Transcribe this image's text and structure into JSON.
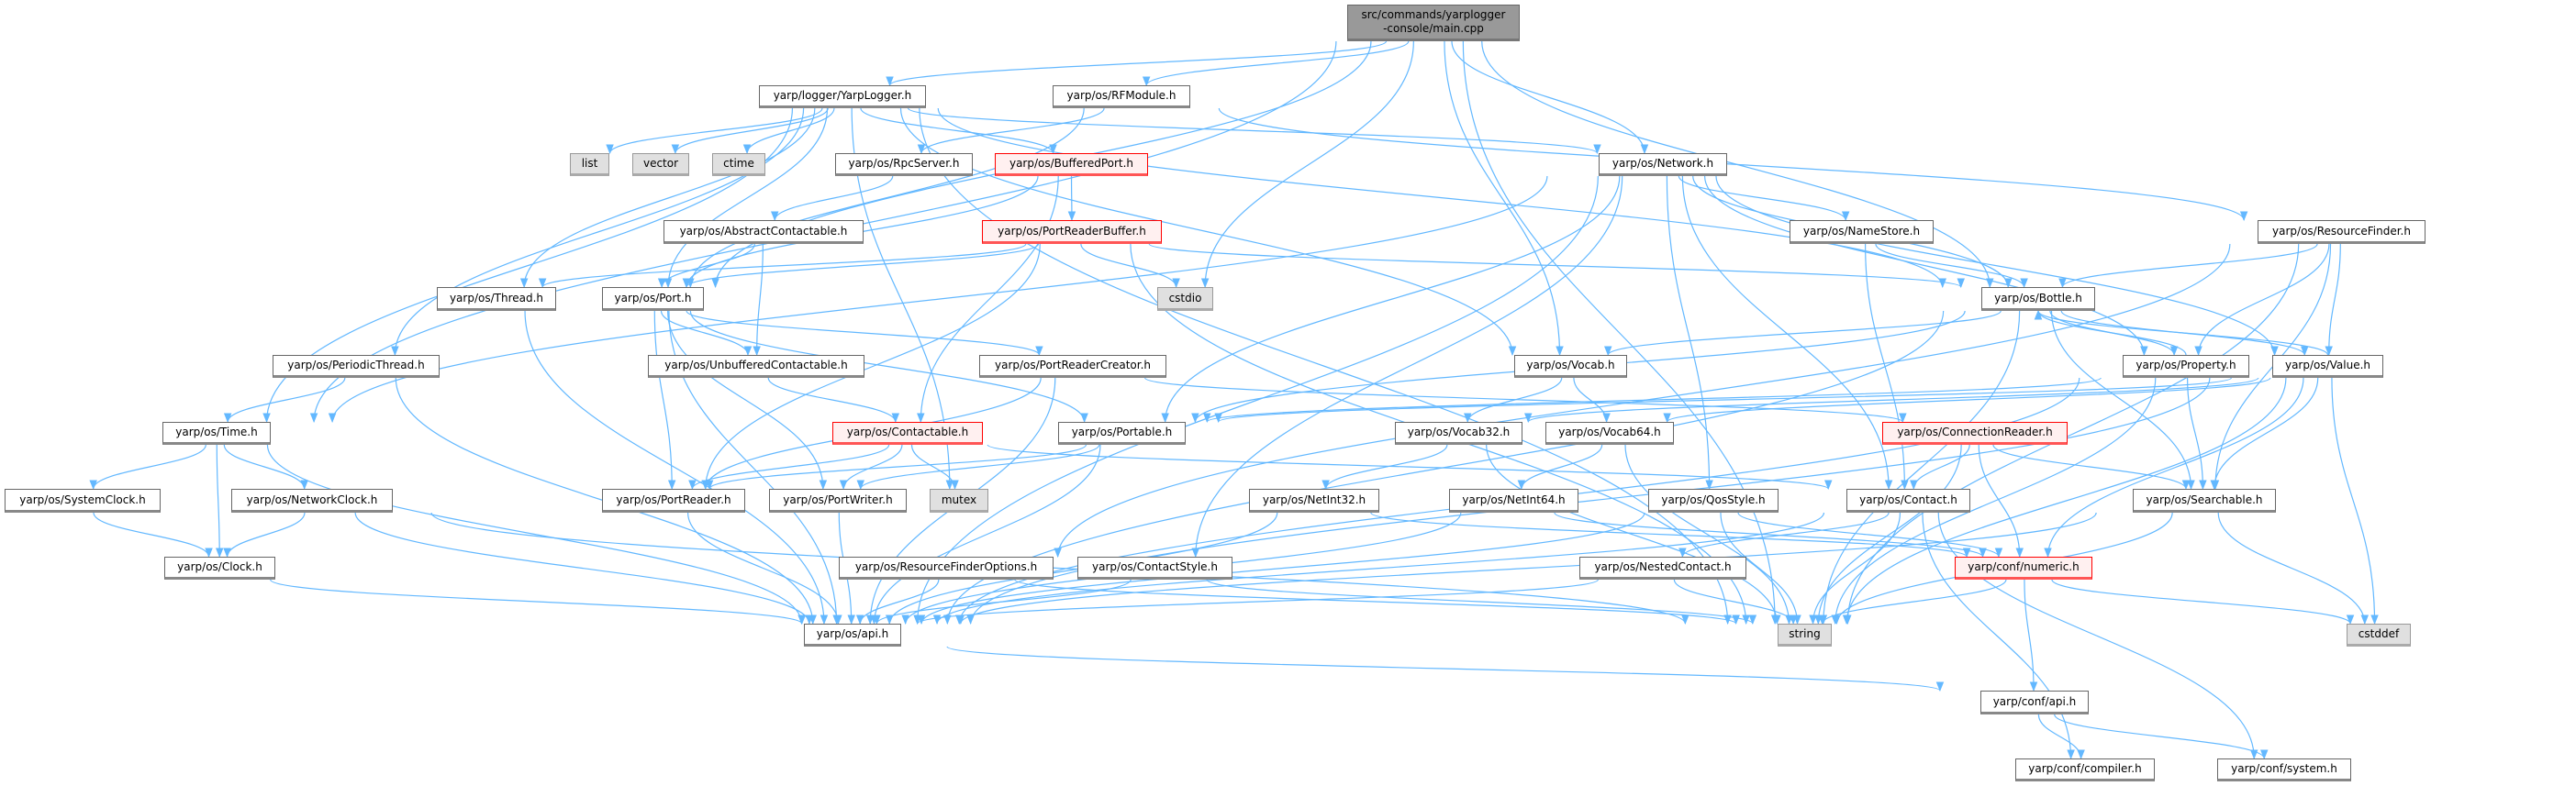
{
  "colors": {
    "edge": "#63b8ff",
    "root_fill": "#999999",
    "red_border": "#ff0000",
    "red_fill": "#fff0f0",
    "gray_fill": "#e0e0e0"
  },
  "nodes": [
    {
      "id": "main",
      "label": "src/commands/yarplogger\n-console/main.cpp",
      "style": "root"
    },
    {
      "id": "yarplogger",
      "label": "yarp/logger/YarpLogger.h",
      "style": "normal"
    },
    {
      "id": "rfmodule",
      "label": "yarp/os/RFModule.h",
      "style": "normal"
    },
    {
      "id": "list",
      "label": "list",
      "style": "gray"
    },
    {
      "id": "vector",
      "label": "vector",
      "style": "gray"
    },
    {
      "id": "ctime",
      "label": "ctime",
      "style": "gray"
    },
    {
      "id": "rpcserver",
      "label": "yarp/os/RpcServer.h",
      "style": "normal"
    },
    {
      "id": "bufferedport",
      "label": "yarp/os/BufferedPort.h",
      "style": "red"
    },
    {
      "id": "network",
      "label": "yarp/os/Network.h",
      "style": "normal"
    },
    {
      "id": "abstractcontactable",
      "label": "yarp/os/AbstractContactable.h",
      "style": "normal"
    },
    {
      "id": "portreaderbuffer",
      "label": "yarp/os/PortReaderBuffer.h",
      "style": "red"
    },
    {
      "id": "namestore",
      "label": "yarp/os/NameStore.h",
      "style": "normal"
    },
    {
      "id": "resourcefinder",
      "label": "yarp/os/ResourceFinder.h",
      "style": "normal"
    },
    {
      "id": "thread",
      "label": "yarp/os/Thread.h",
      "style": "normal"
    },
    {
      "id": "port",
      "label": "yarp/os/Port.h",
      "style": "normal"
    },
    {
      "id": "cstdio",
      "label": "cstdio",
      "style": "gray"
    },
    {
      "id": "bottle",
      "label": "yarp/os/Bottle.h",
      "style": "normal"
    },
    {
      "id": "periodicthread",
      "label": "yarp/os/PeriodicThread.h",
      "style": "normal"
    },
    {
      "id": "unbufferedcontactable",
      "label": "yarp/os/UnbufferedContactable.h",
      "style": "normal"
    },
    {
      "id": "portreadercreator",
      "label": "yarp/os/PortReaderCreator.h",
      "style": "normal"
    },
    {
      "id": "vocab",
      "label": "yarp/os/Vocab.h",
      "style": "normal"
    },
    {
      "id": "property",
      "label": "yarp/os/Property.h",
      "style": "normal"
    },
    {
      "id": "value",
      "label": "yarp/os/Value.h",
      "style": "normal"
    },
    {
      "id": "time",
      "label": "yarp/os/Time.h",
      "style": "normal"
    },
    {
      "id": "contactable",
      "label": "yarp/os/Contactable.h",
      "style": "red"
    },
    {
      "id": "portable",
      "label": "yarp/os/Portable.h",
      "style": "normal"
    },
    {
      "id": "vocab32",
      "label": "yarp/os/Vocab32.h",
      "style": "normal"
    },
    {
      "id": "vocab64",
      "label": "yarp/os/Vocab64.h",
      "style": "normal"
    },
    {
      "id": "connectionreader",
      "label": "yarp/os/ConnectionReader.h",
      "style": "red"
    },
    {
      "id": "systemclock",
      "label": "yarp/os/SystemClock.h",
      "style": "normal"
    },
    {
      "id": "networkclock",
      "label": "yarp/os/NetworkClock.h",
      "style": "normal"
    },
    {
      "id": "portreader",
      "label": "yarp/os/PortReader.h",
      "style": "normal"
    },
    {
      "id": "portwriter",
      "label": "yarp/os/PortWriter.h",
      "style": "normal"
    },
    {
      "id": "mutex",
      "label": "mutex",
      "style": "gray"
    },
    {
      "id": "netint32",
      "label": "yarp/os/NetInt32.h",
      "style": "normal"
    },
    {
      "id": "netint64",
      "label": "yarp/os/NetInt64.h",
      "style": "normal"
    },
    {
      "id": "qosstyle",
      "label": "yarp/os/QosStyle.h",
      "style": "normal"
    },
    {
      "id": "contact",
      "label": "yarp/os/Contact.h",
      "style": "normal"
    },
    {
      "id": "searchable",
      "label": "yarp/os/Searchable.h",
      "style": "normal"
    },
    {
      "id": "clock",
      "label": "yarp/os/Clock.h",
      "style": "normal"
    },
    {
      "id": "resourcefinderoptions",
      "label": "yarp/os/ResourceFinderOptions.h",
      "style": "normal"
    },
    {
      "id": "contactstyle",
      "label": "yarp/os/ContactStyle.h",
      "style": "normal"
    },
    {
      "id": "nestedcontact",
      "label": "yarp/os/NestedContact.h",
      "style": "normal"
    },
    {
      "id": "numeric",
      "label": "yarp/conf/numeric.h",
      "style": "red"
    },
    {
      "id": "osapi",
      "label": "yarp/os/api.h",
      "style": "normal"
    },
    {
      "id": "string",
      "label": "string",
      "style": "gray"
    },
    {
      "id": "cstddef",
      "label": "cstddef",
      "style": "gray"
    },
    {
      "id": "confapi",
      "label": "yarp/conf/api.h",
      "style": "normal"
    },
    {
      "id": "compiler",
      "label": "yarp/conf/compiler.h",
      "style": "normal"
    },
    {
      "id": "system",
      "label": "yarp/conf/system.h",
      "style": "normal"
    }
  ],
  "edges": [
    [
      "main",
      "yarplogger"
    ],
    [
      "main",
      "rfmodule"
    ],
    [
      "main",
      "network"
    ],
    [
      "main",
      "time"
    ],
    [
      "main",
      "port"
    ],
    [
      "main",
      "cstdio"
    ],
    [
      "main",
      "vocab"
    ],
    [
      "main",
      "bottle"
    ],
    [
      "main",
      "string"
    ],
    [
      "yarplogger",
      "list"
    ],
    [
      "yarplogger",
      "vector"
    ],
    [
      "yarplogger",
      "ctime"
    ],
    [
      "yarplogger",
      "bufferedport"
    ],
    [
      "yarplogger",
      "port"
    ],
    [
      "yarplogger",
      "thread"
    ],
    [
      "yarplogger",
      "periodicthread"
    ],
    [
      "yarplogger",
      "time"
    ],
    [
      "yarplogger",
      "network"
    ],
    [
      "yarplogger",
      "bottle"
    ],
    [
      "yarplogger",
      "vocab"
    ],
    [
      "yarplogger",
      "mutex"
    ],
    [
      "yarplogger",
      "string"
    ],
    [
      "rfmodule",
      "rpcserver"
    ],
    [
      "rfmodule",
      "resourcefinder"
    ],
    [
      "rfmodule",
      "port"
    ],
    [
      "rpcserver",
      "abstractcontactable"
    ],
    [
      "bufferedport",
      "portreaderbuffer"
    ],
    [
      "bufferedport",
      "port"
    ],
    [
      "bufferedport",
      "contactable"
    ],
    [
      "portreaderbuffer",
      "port"
    ],
    [
      "portreaderbuffer",
      "thread"
    ],
    [
      "portreaderbuffer",
      "portreader"
    ],
    [
      "portreaderbuffer",
      "cstdio"
    ],
    [
      "portreaderbuffer",
      "bottle"
    ],
    [
      "portreaderbuffer",
      "string"
    ],
    [
      "abstractcontactable",
      "port"
    ],
    [
      "abstractcontactable",
      "unbufferedcontactable"
    ],
    [
      "port",
      "unbufferedcontactable"
    ],
    [
      "port",
      "portreadercreator"
    ],
    [
      "port",
      "portreader"
    ],
    [
      "port",
      "portwriter"
    ],
    [
      "port",
      "portable"
    ],
    [
      "port",
      "osapi"
    ],
    [
      "thread",
      "osapi"
    ],
    [
      "periodicthread",
      "time"
    ],
    [
      "periodicthread",
      "osapi"
    ],
    [
      "unbufferedcontactable",
      "contactable"
    ],
    [
      "portreadercreator",
      "portreader"
    ],
    [
      "portreadercreator",
      "connectionreader"
    ],
    [
      "portreadercreator",
      "osapi"
    ],
    [
      "network",
      "time"
    ],
    [
      "network",
      "namestore"
    ],
    [
      "network",
      "contact"
    ],
    [
      "network",
      "portable"
    ],
    [
      "network",
      "contactstyle"
    ],
    [
      "network",
      "qosstyle"
    ],
    [
      "network",
      "bottle"
    ],
    [
      "network",
      "property"
    ],
    [
      "network",
      "value"
    ],
    [
      "network",
      "osapi"
    ],
    [
      "namestore",
      "bottle"
    ],
    [
      "namestore",
      "contact"
    ],
    [
      "resourcefinder",
      "bottle"
    ],
    [
      "resourcefinder",
      "property"
    ],
    [
      "resourcefinder",
      "value"
    ],
    [
      "resourcefinder",
      "searchable"
    ],
    [
      "resourcefinder",
      "resourcefinderoptions"
    ],
    [
      "resourcefinder",
      "string"
    ],
    [
      "bottle",
      "portable"
    ],
    [
      "bottle",
      "vocab"
    ],
    [
      "bottle",
      "property"
    ],
    [
      "bottle",
      "value"
    ],
    [
      "bottle",
      "searchable"
    ],
    [
      "bottle",
      "string"
    ],
    [
      "bottle",
      "osapi"
    ],
    [
      "property",
      "bottle"
    ],
    [
      "property",
      "portable"
    ],
    [
      "property",
      "searchable"
    ],
    [
      "property",
      "string"
    ],
    [
      "property",
      "osapi"
    ],
    [
      "value",
      "bottle"
    ],
    [
      "value",
      "portable"
    ],
    [
      "value",
      "searchable"
    ],
    [
      "value",
      "vocab32"
    ],
    [
      "value",
      "vocab64"
    ],
    [
      "value",
      "numeric"
    ],
    [
      "value",
      "string"
    ],
    [
      "value",
      "cstddef"
    ],
    [
      "value",
      "osapi"
    ],
    [
      "vocab",
      "vocab32"
    ],
    [
      "vocab",
      "vocab64"
    ],
    [
      "time",
      "systemclock"
    ],
    [
      "time",
      "networkclock"
    ],
    [
      "time",
      "clock"
    ],
    [
      "time",
      "osapi"
    ],
    [
      "systemclock",
      "clock"
    ],
    [
      "networkclock",
      "clock"
    ],
    [
      "networkclock",
      "osapi"
    ],
    [
      "networkclock",
      "string"
    ],
    [
      "clock",
      "osapi"
    ],
    [
      "contactable",
      "portreader"
    ],
    [
      "contactable",
      "portwriter"
    ],
    [
      "contactable",
      "mutex"
    ],
    [
      "contactable",
      "contact"
    ],
    [
      "portable",
      "portreader"
    ],
    [
      "portable",
      "portwriter"
    ],
    [
      "portable",
      "osapi"
    ],
    [
      "vocab32",
      "netint32"
    ],
    [
      "vocab32",
      "string"
    ],
    [
      "vocab64",
      "netint64"
    ],
    [
      "vocab64",
      "string"
    ],
    [
      "connectionreader",
      "contact"
    ],
    [
      "connectionreader",
      "searchable"
    ],
    [
      "connectionreader",
      "numeric"
    ],
    [
      "connectionreader",
      "string"
    ],
    [
      "netint32",
      "osapi"
    ],
    [
      "netint32",
      "numeric"
    ],
    [
      "netint64",
      "osapi"
    ],
    [
      "netint64",
      "numeric"
    ],
    [
      "qosstyle",
      "osapi"
    ],
    [
      "qosstyle",
      "string"
    ],
    [
      "qosstyle",
      "numeric"
    ],
    [
      "contact",
      "nestedcontact"
    ],
    [
      "contact",
      "string"
    ],
    [
      "contact",
      "osapi"
    ],
    [
      "contact",
      "compiler"
    ],
    [
      "contact",
      "system"
    ],
    [
      "searchable",
      "string"
    ],
    [
      "searchable",
      "cstddef"
    ],
    [
      "searchable",
      "osapi"
    ],
    [
      "nestedcontact",
      "osapi"
    ],
    [
      "nestedcontact",
      "string"
    ],
    [
      "numeric",
      "confapi"
    ],
    [
      "numeric",
      "string"
    ],
    [
      "numeric",
      "cstddef"
    ],
    [
      "resourcefinderoptions",
      "osapi"
    ],
    [
      "resourcefinderoptions",
      "string"
    ],
    [
      "contactstyle",
      "osapi"
    ],
    [
      "contactstyle",
      "string"
    ],
    [
      "portreader",
      "osapi"
    ],
    [
      "portwriter",
      "osapi"
    ],
    [
      "osapi",
      "confapi"
    ],
    [
      "confapi",
      "compiler"
    ],
    [
      "confapi",
      "system"
    ]
  ]
}
